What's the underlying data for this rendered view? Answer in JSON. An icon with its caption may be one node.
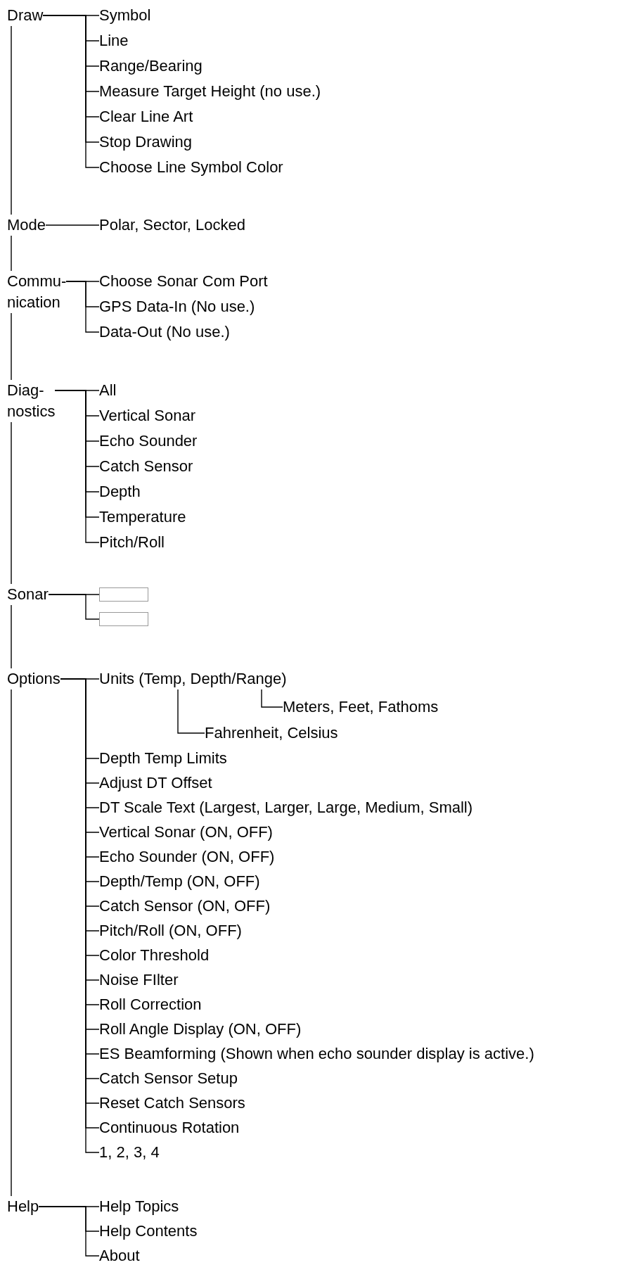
{
  "diagram": {
    "nodes": [
      {
        "text": [
          "Draw"
        ]
      },
      {
        "text": [
          "Symbol"
        ]
      },
      {
        "text": [
          "Line"
        ]
      },
      {
        "text": [
          "Range/Bearing"
        ]
      },
      {
        "text": [
          "Measure Target Height (no use.)"
        ]
      },
      {
        "text": [
          "Clear Line Art"
        ]
      },
      {
        "text": [
          "Stop Drawing"
        ]
      },
      {
        "text": [
          "Choose Line Symbol Color"
        ]
      },
      {
        "text": [
          "Mode"
        ]
      },
      {
        "text": [
          "Polar, Sector, Locked"
        ]
      },
      {
        "text": [
          "Commu- nication"
        ]
      },
      {
        "text": [
          "Choose Sonar Com Port"
        ]
      },
      {
        "text": [
          "GPS Data-In (No use.)"
        ]
      },
      {
        "text": [
          "Data-Out (No use.)"
        ]
      },
      {
        "text": [
          "Diag- nostics"
        ]
      },
      {
        "text": [
          "All"
        ]
      },
      {
        "text": [
          "Vertical Sonar"
        ]
      },
      {
        "text": [
          "Echo Sounder"
        ]
      },
      {
        "text": [
          "Catch Sensor"
        ]
      },
      {
        "text": [
          "Depth"
        ]
      },
      {
        "text": [
          "Temperature"
        ]
      },
      {
        "text": [
          "Pitch/Roll"
        ]
      },
      {
        "text": [
          "Sonar"
        ]
      },
      {
        "text": [],
        "shape": "box"
      },
      {
        "text": [],
        "shape": "box"
      },
      {
        "text": [
          "Options"
        ]
      },
      {
        "text": [
          "Units (Temp, Depth/Range)"
        ]
      },
      {
        "text": [
          "Meters, Feet, Fathoms"
        ]
      },
      {
        "text": [
          "Fahrenheit, Celsius"
        ]
      },
      {
        "text": [
          "Depth Temp Limits"
        ]
      },
      {
        "text": [
          "Adjust DT Offset"
        ]
      },
      {
        "text": [
          "DT Scale Text (Largest, Larger, Large, Medium, Small)"
        ]
      },
      {
        "text": [
          "Vertical Sonar (ON, OFF)"
        ]
      },
      {
        "text": [
          "Echo Sounder (ON, OFF)"
        ]
      },
      {
        "text": [
          "Depth/Temp (ON, OFF)"
        ]
      },
      {
        "text": [
          "Catch Sensor (ON, OFF)"
        ]
      },
      {
        "text": [
          "Pitch/Roll (ON, OFF)"
        ]
      },
      {
        "text": [
          "Color Threshold"
        ]
      },
      {
        "text": [
          "Noise FIlter"
        ]
      },
      {
        "text": [
          "Roll Correction"
        ]
      },
      {
        "text": [
          "Roll Angle Display (ON, OFF)"
        ]
      },
      {
        "text": [
          "ES Beamforming (Shown when echo sounder display is active.)"
        ]
      },
      {
        "text": [
          "Catch Sensor Setup"
        ]
      },
      {
        "text": [
          "Reset Catch Sensors"
        ]
      },
      {
        "text": [
          "Continuous Rotation"
        ]
      },
      {
        "text": [
          "1, 2, 3, 4"
        ]
      },
      {
        "text": [
          "Help"
        ]
      },
      {
        "text": [
          "Help Topics"
        ]
      },
      {
        "text": [
          "Help Contents"
        ]
      },
      {
        "text": [
          "About"
        ]
      }
    ],
    "edges": [
      {
        "from": 0,
        "to": 8,
        "arrow": "none"
      },
      {
        "from": 8,
        "to": 10,
        "arrow": "none"
      },
      {
        "from": 10,
        "to": 14,
        "arrow": "none"
      },
      {
        "from": 14,
        "to": 22,
        "arrow": "none"
      },
      {
        "from": 22,
        "to": 25,
        "arrow": "none"
      },
      {
        "from": 25,
        "to": 46,
        "arrow": "none"
      },
      {
        "from": 0,
        "to": 1,
        "arrow": "none"
      },
      {
        "from": 0,
        "to": 2,
        "arrow": "none"
      },
      {
        "from": 0,
        "to": 3,
        "arrow": "none"
      },
      {
        "from": 0,
        "to": 4,
        "arrow": "none"
      },
      {
        "from": 0,
        "to": 5,
        "arrow": "none"
      },
      {
        "from": 0,
        "to": 6,
        "arrow": "none"
      },
      {
        "from": 0,
        "to": 7,
        "arrow": "none"
      },
      {
        "from": 8,
        "to": 9,
        "arrow": "none"
      },
      {
        "from": 10,
        "to": 11,
        "arrow": "none"
      },
      {
        "from": 10,
        "to": 12,
        "arrow": "none"
      },
      {
        "from": 10,
        "to": 13,
        "arrow": "none"
      },
      {
        "from": 14,
        "to": 15,
        "arrow": "none"
      },
      {
        "from": 14,
        "to": 16,
        "arrow": "none"
      },
      {
        "from": 14,
        "to": 17,
        "arrow": "none"
      },
      {
        "from": 14,
        "to": 18,
        "arrow": "none"
      },
      {
        "from": 14,
        "to": 19,
        "arrow": "none"
      },
      {
        "from": 14,
        "to": 20,
        "arrow": "none"
      },
      {
        "from": 14,
        "to": 21,
        "arrow": "none"
      },
      {
        "from": 22,
        "to": 23,
        "arrow": "none"
      },
      {
        "from": 22,
        "to": 24,
        "arrow": "none"
      },
      {
        "from": 25,
        "to": 26,
        "arrow": "none"
      },
      {
        "from": 26,
        "to": 27,
        "arrow": "none"
      },
      {
        "from": 26,
        "to": 28,
        "arrow": "none"
      },
      {
        "from": 25,
        "to": 29,
        "arrow": "none"
      },
      {
        "from": 25,
        "to": 30,
        "arrow": "none"
      },
      {
        "from": 25,
        "to": 31,
        "arrow": "none"
      },
      {
        "from": 25,
        "to": 32,
        "arrow": "none"
      },
      {
        "from": 25,
        "to": 33,
        "arrow": "none"
      },
      {
        "from": 25,
        "to": 34,
        "arrow": "none"
      },
      {
        "from": 25,
        "to": 35,
        "arrow": "none"
      },
      {
        "from": 25,
        "to": 36,
        "arrow": "none"
      },
      {
        "from": 25,
        "to": 37,
        "arrow": "none"
      },
      {
        "from": 25,
        "to": 38,
        "arrow": "none"
      },
      {
        "from": 25,
        "to": 39,
        "arrow": "none"
      },
      {
        "from": 25,
        "to": 40,
        "arrow": "none"
      },
      {
        "from": 25,
        "to": 41,
        "arrow": "none"
      },
      {
        "from": 25,
        "to": 42,
        "arrow": "none"
      },
      {
        "from": 25,
        "to": 43,
        "arrow": "none"
      },
      {
        "from": 25,
        "to": 44,
        "arrow": "none"
      },
      {
        "from": 25,
        "to": 45,
        "arrow": "none"
      },
      {
        "from": 46,
        "to": 47,
        "arrow": "none"
      },
      {
        "from": 46,
        "to": 48,
        "arrow": "none"
      },
      {
        "from": 46,
        "to": 49,
        "arrow": "none"
      }
    ]
  }
}
